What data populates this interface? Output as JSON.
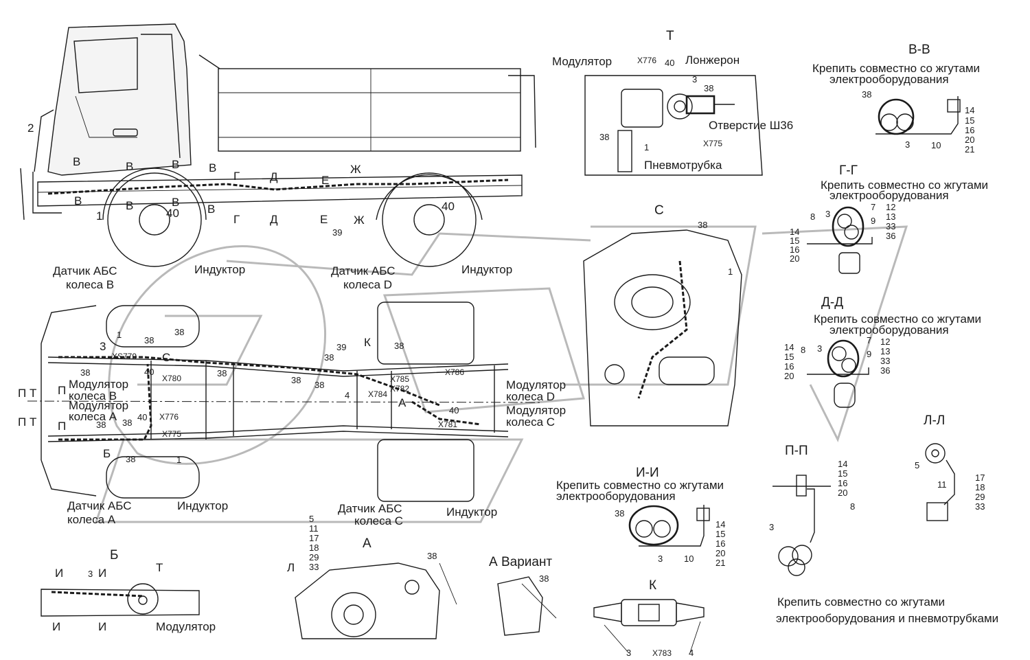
{
  "labels": {
    "t_title": "Т",
    "modulator": "Модулятор",
    "x776": "X776",
    "n40": "40",
    "longeron": "Лонжерон",
    "n3": "3",
    "n38": "38",
    "otverstie": "Отверстие Ш36",
    "x775": "X775",
    "n1": "1",
    "pnevmotrubka": "Пневмотрубка",
    "vv_title": "В-В",
    "krepit": "Крепить совместно со жгутами",
    "elektro": "электрооборудования",
    "n10": "10",
    "n14": "14",
    "n15": "15",
    "n16": "16",
    "n20": "20",
    "n21": "21",
    "gg_title": "Г-Г",
    "n8": "8",
    "n7": "7",
    "n9": "9",
    "n12": "12",
    "n13": "13",
    "n33": "33",
    "n36": "36",
    "dd_title": "Д-Д",
    "c_title": "С",
    "ll_title": "Л-Л",
    "n5": "5",
    "n11": "11",
    "n17": "17",
    "n18": "18",
    "n29": "29",
    "pp_title": "П-П",
    "elektro_pnevmo": "электрооборудования и пневмотрубками",
    "ii_title": "И-И",
    "k_title": "К",
    "x783": "X783",
    "n4": "4",
    "a_title": "А",
    "a_variant": "А  Вариант",
    "l_mark": "Л",
    "b_title": "Б",
    "i_mark": "И",
    "sensor_abs": "Датчик АБС",
    "wheel_b": "колеса В",
    "wheel_d": "колеса D",
    "wheel_a": "колеса А",
    "wheel_c": "колеса С",
    "induktor": "Индуктор",
    "mod_b": "Модулятор",
    "x779": "XS779",
    "x780": "X780",
    "x784": "X784",
    "x782": "X782",
    "x785": "X785",
    "x786": "X786",
    "x781": "X781",
    "n2": "2",
    "n39": "39",
    "v": "В",
    "g": "Г",
    "d": "Д",
    "e": "Е",
    "zh": "Ж",
    "k": "К",
    "c": "С",
    "a": "А",
    "b": "Б",
    "p": "П",
    "t": "Т"
  }
}
